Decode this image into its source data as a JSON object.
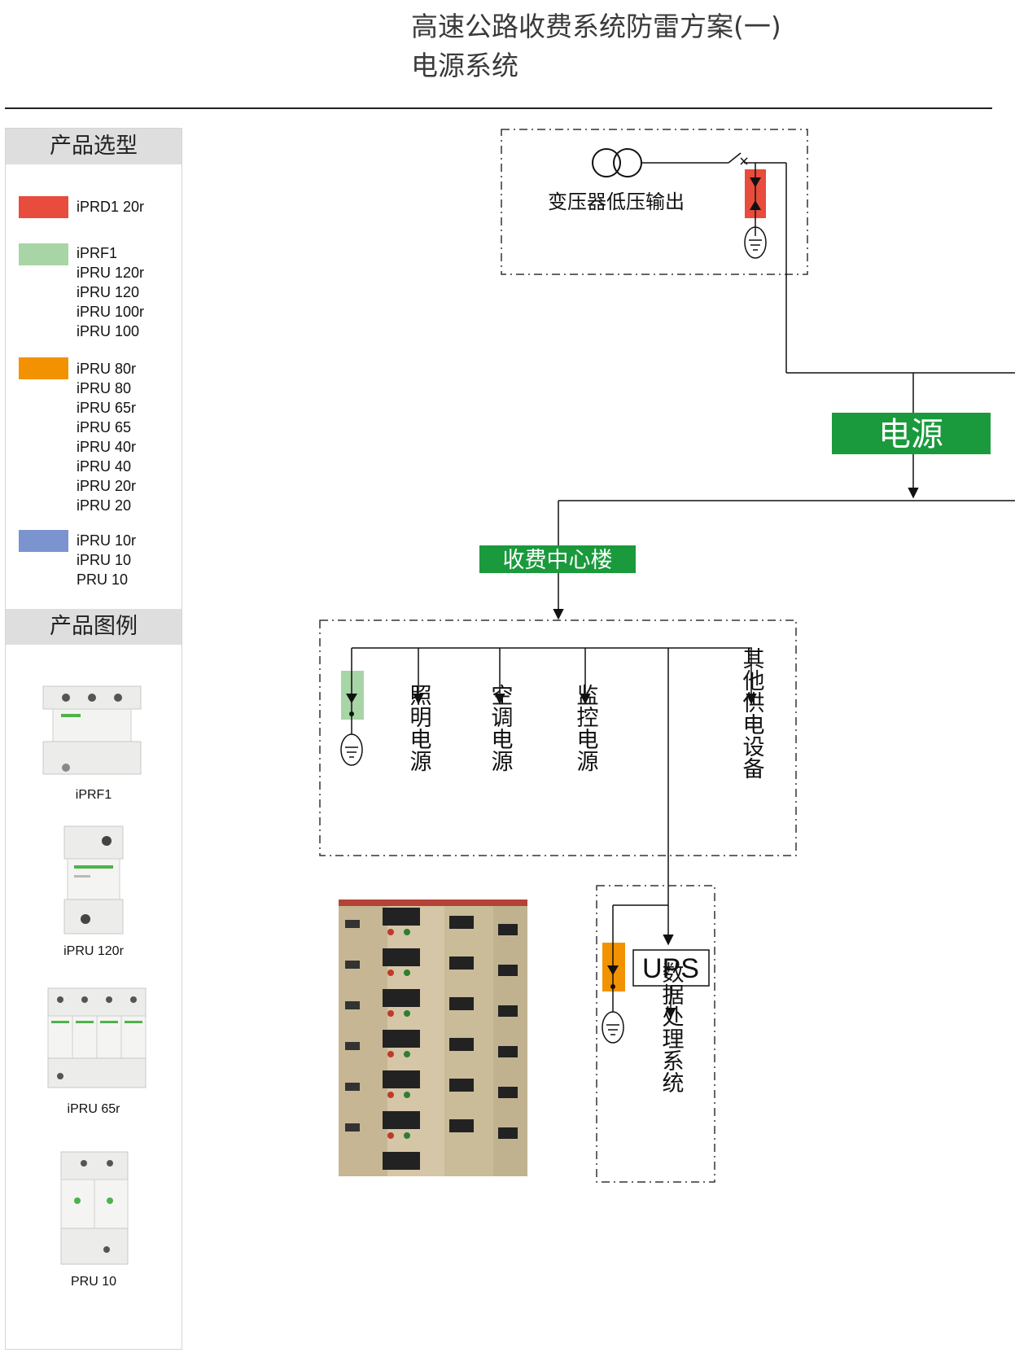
{
  "header": {
    "title": "高速公路收费系统防雷方案(一)",
    "subtitle": "电源系统"
  },
  "sidebar": {
    "selection_title": "产品选型",
    "legend_title": "产品图例",
    "groups": [
      {
        "color": "#e74c3c",
        "items": [
          "iPRD1 20r"
        ]
      },
      {
        "color": "#a8d5a6",
        "items": [
          "iPRF1",
          "iPRU 120r",
          "iPRU 120",
          "iPRU 100r",
          "iPRU 100"
        ]
      },
      {
        "color": "#f39200",
        "items": [
          "iPRU 80r",
          "iPRU 80",
          "iPRU 65r",
          "iPRU 65",
          "iPRU 40r",
          "iPRU 40",
          "iPRU 20r",
          "iPRU 20"
        ]
      },
      {
        "color": "#7b93cf",
        "items": [
          "iPRU 10r",
          "iPRU 10",
          "PRU 10"
        ]
      }
    ],
    "products": [
      {
        "caption": "iPRF1"
      },
      {
        "caption": "iPRU 120r"
      },
      {
        "caption": "iPRU 65r"
      },
      {
        "caption": "PRU 10"
      }
    ]
  },
  "diagram": {
    "transformer_label": "变压器低压输出",
    "power_label": "电源",
    "toll_center_label": "收费中心楼",
    "branch_lighting": "照明电源",
    "branch_ac": "空调电源",
    "branch_monitor": "监控电源",
    "branch_other": "其他供电设备",
    "ups_label": "UPS",
    "data_system_label": "数据处理系统",
    "colors": {
      "green_label": "#1a9a3c",
      "red_spd": "#e74c3c",
      "green_spd": "#a8d5a6",
      "orange_spd": "#f39200"
    }
  }
}
